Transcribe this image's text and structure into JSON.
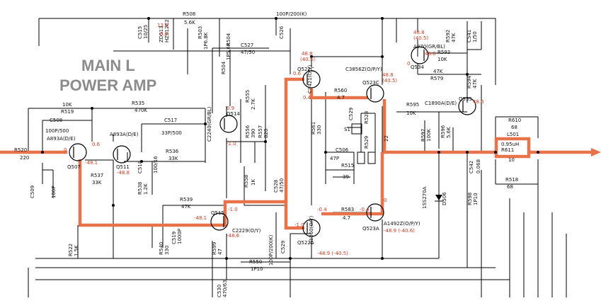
{
  "title": {
    "line1": "MAIN L",
    "line2": "POWER AMP"
  },
  "colors": {
    "highlight": "#e8734a",
    "voltage": "#d63a1e",
    "wire": "#000000",
    "title": "#8c8c8c"
  },
  "labels": {
    "r508": "R508",
    "r508v": "5.6K",
    "c515": "C515",
    "c515v": "10/25",
    "zd513": "ZD513",
    "zd513v": "HZS12C2",
    "v136": "13.6",
    "v06": "0.6",
    "r503": "R503",
    "r503v": "1P6.8K",
    "c526": "C526",
    "c527": "C527",
    "c527v": "47/50",
    "c_top": "100P/200(K)",
    "r504": "R504",
    "r504v": "1P5.6K",
    "v488a": "48.8",
    "v405a": "(40.5)",
    "q522c": "Q522C",
    "v06b": "0.6",
    "c3856": "C3856Z(O/P/Y)",
    "c3421": "C3421(O/Y)",
    "q523c": "Q523C",
    "v488b": "48.8",
    "v405b": "(40.5)",
    "r560": "R560",
    "r560v": "4.7",
    "v04": "0.4",
    "v488c": "48.8",
    "v405c": "(40.5)",
    "a970": "A970(GR/BL)",
    "r592": "R592",
    "r592v": "47K",
    "c541": "C541",
    "c541v": "1/50",
    "r593": "R593",
    "r593v": "10K",
    "v488d": "48.8",
    "q534": "Q534",
    "v0a": "0",
    "r579": "R579",
    "r579v": "47K",
    "r594": "R594",
    "r594v": "47K",
    "q535": "Q535",
    "v486": "48.6",
    "r519": "R519",
    "r519v": "10K",
    "r535": "R535",
    "r535v": "470K",
    "c508": "C508",
    "c508v": "100P/500",
    "a893a": "A893A(D/E)",
    "a893b": "A893A(D/E)",
    "v06c": "0.6",
    "r520": "R520",
    "r520v": "220",
    "q507": "Q507",
    "v0b": "0",
    "v481a": "-48.1",
    "q511": "Q511",
    "v488e": "-48.8",
    "r537": "R537",
    "r537v": "33K",
    "c517": "C517",
    "c517v": "33P/500",
    "c518": "C518",
    "c518v": "100/16",
    "r536": "R536",
    "r536v": "33K",
    "r538": "R538",
    "r538v": "1.2K",
    "c509": "C509",
    "c509v": "100P",
    "c2240": "C2240(GR/BL)",
    "v09": "0.9",
    "q514": "Q514",
    "v10a": "-1.0",
    "r555": "R555",
    "r555v": "2.7K",
    "r556": "R556",
    "r556v": "390",
    "r557": "R557",
    "r557v": "820",
    "r558": "R558",
    "r558v": "1K",
    "c528": "C528",
    "c528v": "47/50",
    "r561": "R561",
    "r561v": "330",
    "c529": "C529",
    "s1": "S1",
    "r528": "R528",
    "r528v": "22",
    "r529": "R529",
    "r529v": "22",
    "c506": "C506",
    "c506v": "47P",
    "r515": "R515",
    "r39": "39",
    "r595": "R595",
    "r595v": "10K",
    "c1890": "C1890A(D/E)",
    "r597": "R597",
    "r597v": "100K",
    "r596": "R596",
    "r596v": "5.6K",
    "c542": "C542",
    "c542v": "0.068",
    "r610": "R610",
    "r610v": "68",
    "l501": "L501",
    "l501v": "0.95uH",
    "r611": "R611",
    "r611v": "10",
    "r518": "R518",
    "r518v": "68",
    "r539": "R539",
    "r539v": "47K",
    "q515": "Q515",
    "v10b": "-1.0",
    "v481b": "-48.1",
    "v486b": "-48.6",
    "c2229": "C2229(O/Y)",
    "v04b": "-0.4",
    "v10c": "-1.0",
    "r583": "R583",
    "r583v": "4.7",
    "v04c": "-0.4",
    "q522a": "Q522A",
    "a1360": "A1360(O/Y)",
    "v489": "-48.9 (-40.5)",
    "q523a": "Q523A",
    "a1492": "A1492Z(O/P/Y)",
    "v489b": "-48.9 (-40.6)",
    "v0c": "0",
    "ss270a": "1SS270A",
    "d506": "D506",
    "r598": "R598",
    "r598v": "1P10",
    "r522": "R522",
    "r522v": "1.5K",
    "r540": "R540",
    "r540v": "330",
    "c519": "C519",
    "c519v": "1000P",
    "c_bot": "100P/200(K)",
    "c529b": "C529",
    "r599": "R599",
    "r599v": "47",
    "c530": "C530",
    "c530v": "470/63",
    "r550": "R550",
    "r550v": "1P10"
  }
}
